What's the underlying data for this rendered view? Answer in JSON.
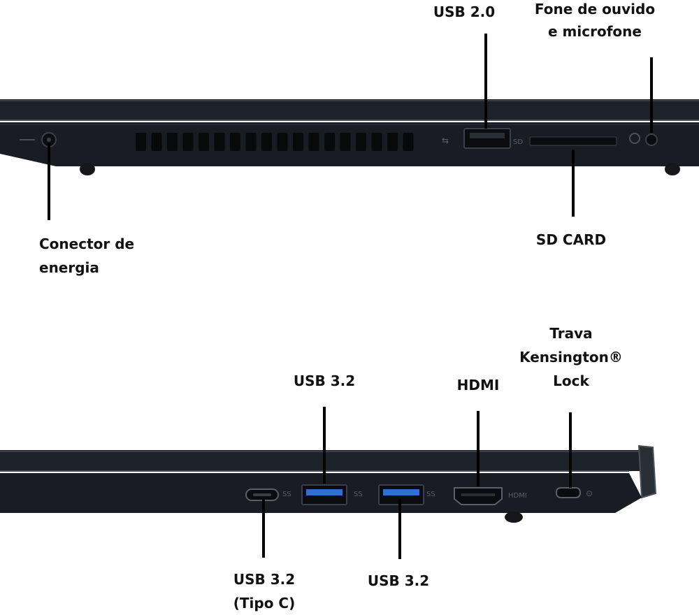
{
  "top_view": {
    "labels": {
      "usb20": "USB 2.0",
      "headphone_line1": "Fone de ouvido",
      "headphone_line2": "e microfone",
      "power_line1": "Conector de",
      "power_line2": "energia",
      "sd_card": "SD CARD"
    }
  },
  "bottom_view": {
    "labels": {
      "usb32_top": "USB 3.2",
      "hdmi": "HDMI",
      "kensington_line1": "Trava",
      "kensington_line2": "Kensington®",
      "kensington_line3": "Lock",
      "usbc_line1": "USB 3.2",
      "usbc_line2": "(Tipo C)",
      "usb32_bottom": "USB 3.2"
    }
  },
  "colors": {
    "chassis": "#1d2128",
    "chassis_edge": "#3a404a",
    "port_accent": "#2f6fd0",
    "label_text": "#111111"
  }
}
